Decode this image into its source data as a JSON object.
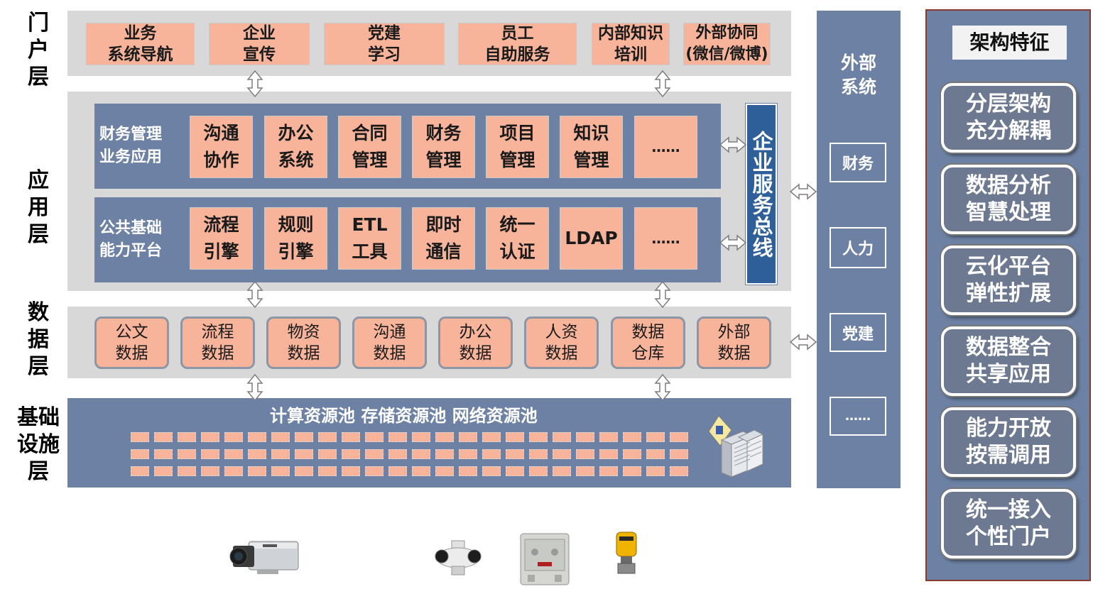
{
  "layers": {
    "portal": "门\n户\n层",
    "application": "应\n用\n层",
    "data": "数\n据\n层",
    "infra": "基础\n设施\n层"
  },
  "portal_items": [
    "业务\n系统导航",
    "企业\n宣传",
    "党建\n学习",
    "员工\n自助服务",
    "内部知识\n培训",
    "外部协同\n(微信/微博)"
  ],
  "app_finance": {
    "label": "财务管理\n业务应用",
    "items": [
      "沟通\n协作",
      "办公\n系统",
      "合同\n管理",
      "财务\n管理",
      "项目\n管理",
      "知识\n管理",
      "……"
    ]
  },
  "app_platform": {
    "label": "公共基础\n能力平台",
    "items": [
      "流程\n引擎",
      "规则\n引擎",
      "ETL\n工具",
      "即时\n通信",
      "统一\n认证",
      "LDAP",
      "……"
    ]
  },
  "service_bus": "企业服务总线",
  "data_items": [
    "公文\n数据",
    "流程\n数据",
    "物资\n数据",
    "沟通\n数据",
    "办公\n数据",
    "人资\n数据",
    "数据\n仓库",
    "外部\n数据"
  ],
  "infra_title": "计算资源池 存储资源池 网络资源池",
  "external": {
    "title": "外部\n系统",
    "items": [
      "财务",
      "人力",
      "党建",
      "……"
    ]
  },
  "features": {
    "title": "架构特征",
    "items": [
      "分层架构\n充分解耦",
      "数据分析\n智慧处理",
      "云化平台\n弹性扩展",
      "数据整合\n共享应用",
      "能力开放\n按需调用",
      "统一接入\n个性门户"
    ]
  },
  "colors": {
    "band_gray": "#d8d8d8",
    "slate_blue": "#6c81a3",
    "peach": "#f7b49a",
    "bus_blue": "#2e5f98",
    "feature_border": "#8b3a2f"
  }
}
